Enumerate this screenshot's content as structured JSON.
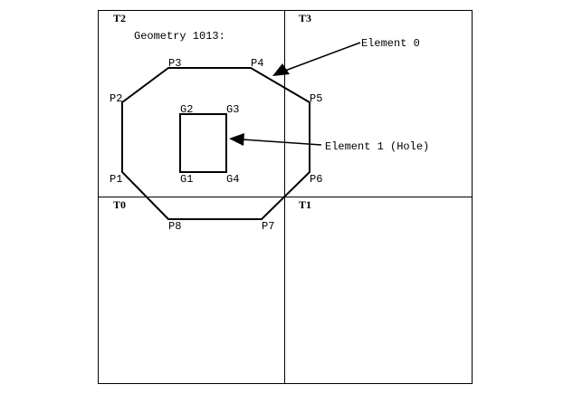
{
  "title": "Geometry 1013:",
  "tiles": [
    "T0",
    "T1",
    "T2",
    "T3"
  ],
  "polygon_points": [
    "P1",
    "P2",
    "P3",
    "P4",
    "P5",
    "P6",
    "P7",
    "P8"
  ],
  "hole_points": [
    "G1",
    "G2",
    "G3",
    "G4"
  ],
  "annotations": {
    "element0": "Element 0",
    "element1": "Element 1 (Hole)"
  }
}
